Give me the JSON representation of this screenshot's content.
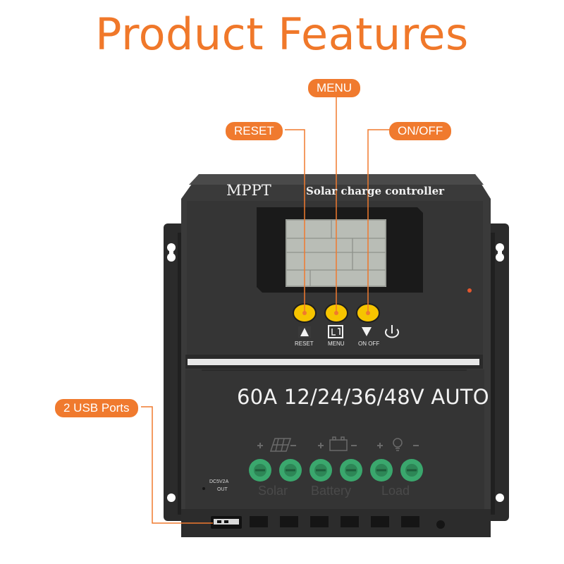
{
  "title": "Product Features",
  "callouts": {
    "menu": "MENU",
    "reset": "RESET",
    "onoff": "ON/OFF",
    "usb": "2 USB Ports"
  },
  "device": {
    "brand": "MPPT",
    "subtitle": "Solar charge controller",
    "spec": "60A 12/24/36/48V AUTO",
    "buttons": [
      "RESET",
      "MENU",
      "ON OFF"
    ],
    "terminals": [
      "Solar",
      "Battery",
      "Load"
    ],
    "usb_rating": "DC5V2A",
    "usb_out": "OUT"
  },
  "colors": {
    "accent": "#f07a2e",
    "body": "#3a3a3a",
    "button": "#f6c400",
    "terminal": "#3aa76d"
  }
}
